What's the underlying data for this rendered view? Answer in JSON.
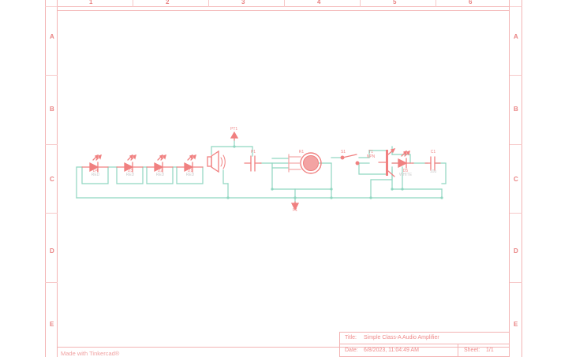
{
  "sheet": {
    "footer_credit": "Made with Tinkercad®",
    "frame_rows": [
      "A",
      "B",
      "C",
      "D",
      "E"
    ],
    "frame_cols": [
      "1",
      "2",
      "3",
      "4",
      "5",
      "6"
    ],
    "border_color": "#f3b3b3",
    "wire_color": "#8fd6c0",
    "symbol_color": "#f08080",
    "value_color": "#c9c9c9"
  },
  "title_block": {
    "title_label": "Title:",
    "title_value": "Simple Class-A Audio Amplifier",
    "date_label": "Date:",
    "date_value": "6/8/2023, 11:04:49 AM",
    "sheet_label": "Sheet:",
    "sheet_value": "1/1"
  },
  "components": [
    {
      "id": "d4",
      "ref": "D4",
      "value": "RED",
      "type": "led"
    },
    {
      "id": "d3",
      "ref": "D3",
      "value": "RED",
      "type": "led"
    },
    {
      "id": "d2",
      "ref": "D2",
      "value": "RED",
      "type": "led"
    },
    {
      "id": "d1",
      "ref": "D1",
      "value": "RED",
      "type": "led"
    },
    {
      "id": "pt1",
      "ref": "PT1",
      "value": "",
      "type": "power-terminal"
    },
    {
      "id": "p1c",
      "ref": "P1",
      "value": "",
      "type": "capacitor"
    },
    {
      "id": "r1",
      "ref": "R1",
      "value": "",
      "type": "potentiometer"
    },
    {
      "id": "s1",
      "ref": "S1",
      "value": "",
      "type": "switch"
    },
    {
      "id": "t1",
      "ref": "T1",
      "value": "NPN",
      "type": "transistor"
    },
    {
      "id": "d5",
      "ref": "D5",
      "value": "WHITE",
      "type": "led"
    },
    {
      "id": "c1",
      "ref": "C1",
      "value": "10u",
      "type": "capacitor"
    },
    {
      "id": "p1g",
      "ref": "P1",
      "value": "",
      "type": "ground"
    },
    {
      "id": "spk",
      "ref": "",
      "value": "",
      "type": "speaker"
    }
  ]
}
